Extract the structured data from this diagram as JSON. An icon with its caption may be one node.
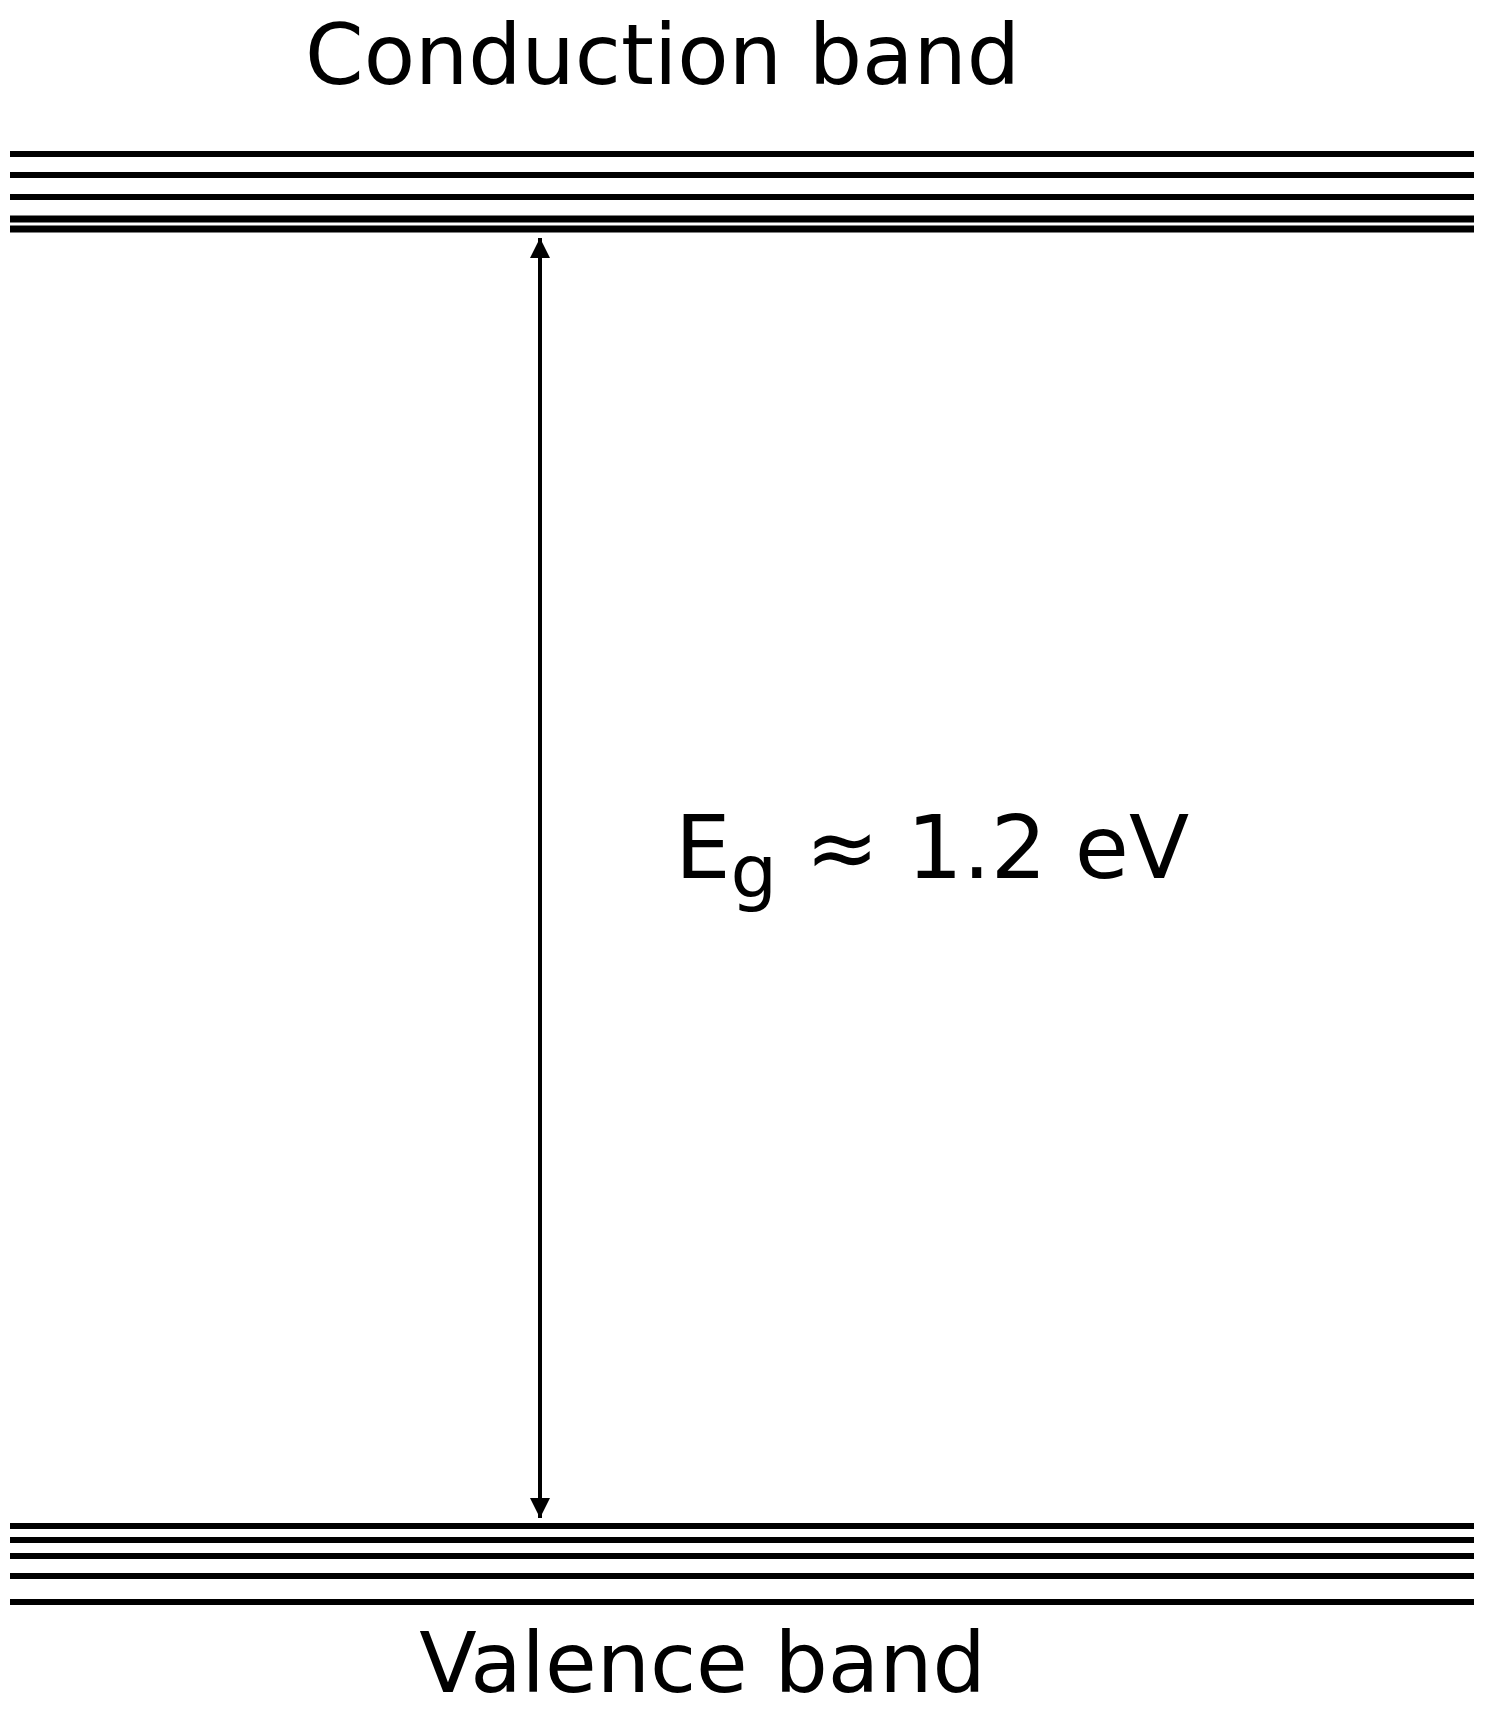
{
  "diagram": {
    "nodes": [
      {
        "text": [
          "Conduction band"
        ]
      },
      {
        "text": [
          "Valence band"
        ]
      }
    ],
    "edges": [
      {
        "from": 0,
        "to": 1,
        "arrow": "both",
        "label": "E$_{g}$ ≈ 1.2 eV"
      }
    ]
  }
}
